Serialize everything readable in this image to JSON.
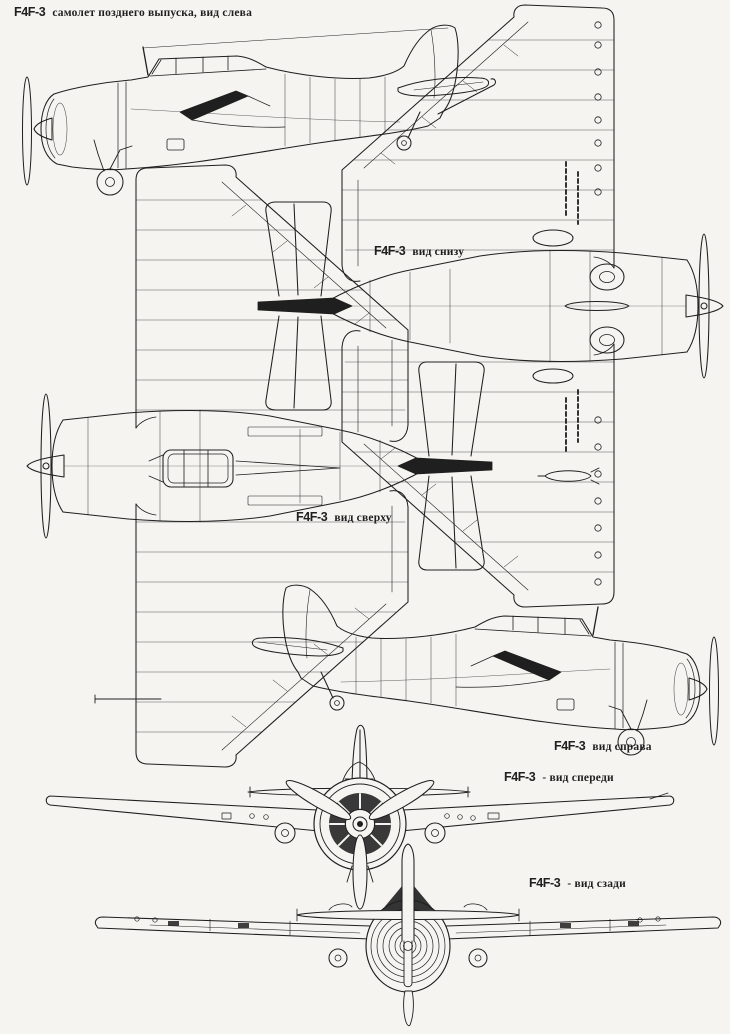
{
  "page": {
    "paper_color": "#f5f4f1",
    "ink_color": "#1f1f1f"
  },
  "labels": {
    "side_left": {
      "model": "F4F-3",
      "caption": "самолет позднего выпуска, вид слева"
    },
    "bottom": {
      "model": "F4F-3",
      "caption": "вид снизу"
    },
    "top": {
      "model": "F4F-3",
      "caption": "вид сверху"
    },
    "side_right": {
      "model": "F4F-3",
      "caption": "вид справа"
    },
    "front": {
      "model": "F4F-3",
      "caption": "- вид спереди"
    },
    "rear": {
      "model": "F4F-3",
      "caption": "- вид сзади"
    }
  }
}
